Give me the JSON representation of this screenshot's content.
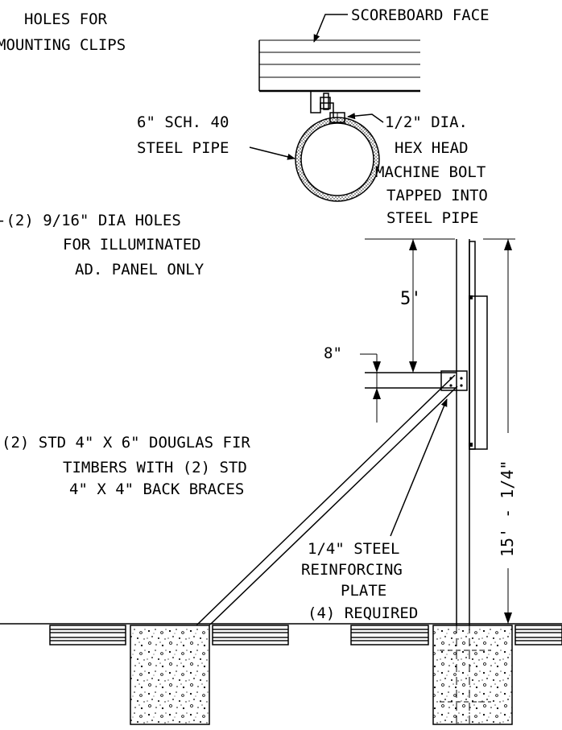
{
  "labels": {
    "holes_line1": "HOLES FOR",
    "holes_line2": "MOUNTING CLIPS",
    "scoreboard_face": "SCOREBOARD FACE",
    "pipe_line1": "6\" SCH. 40",
    "pipe_line2": "STEEL PIPE",
    "bolt_line1": "1/2\" DIA.",
    "bolt_line2": "HEX HEAD",
    "bolt_line3": "MACHINE BOLT",
    "bolt_line4": "TAPPED INTO",
    "bolt_line5": "STEEL PIPE",
    "dia_holes_line1": "-(2) 9/16\" DIA HOLES",
    "dia_holes_line2": "FOR ILLUMINATED",
    "dia_holes_line3": "AD. PANEL ONLY",
    "dim_5ft": "5'",
    "dim_8in": "8\"",
    "timbers_line1": "(2) STD 4\" X 6\" DOUGLAS FIR",
    "timbers_line2": "TIMBERS WITH (2) STD",
    "timbers_line3": "4\" X 4\" BACK BRACES",
    "plate_line1": "1/4\" STEEL",
    "plate_line2": "REINFORCING",
    "plate_line3": "PLATE",
    "plate_line4": "(4) REQUIRED",
    "dim_height": "15' - 1/4\""
  }
}
